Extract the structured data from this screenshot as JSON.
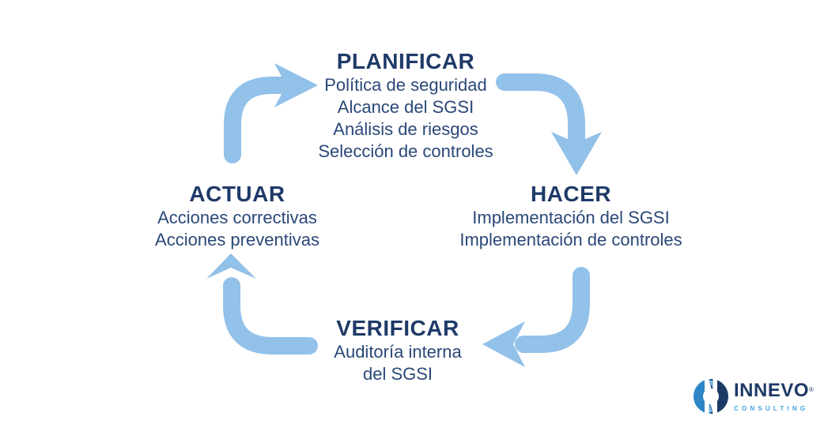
{
  "page": {
    "background": "#FFFFFF",
    "description": "PDCA (Plan-Do-Check-Act) ISMS cycle diagram in Spanish"
  },
  "cycle": {
    "stages": [
      {
        "key": "planificar",
        "title": "PLANIFICAR",
        "items": [
          "Política de seguridad",
          "Alcance del SGSI",
          "Análisis de riesgos",
          "Selección de controles"
        ]
      },
      {
        "key": "hacer",
        "title": "HACER",
        "items": [
          "Implementación del SGSI",
          "Implementación de controles"
        ]
      },
      {
        "key": "verificar",
        "title": "VERIFICAR",
        "items": [
          "Auditoría interna",
          "del SGSI"
        ]
      },
      {
        "key": "actuar",
        "title": "ACTUAR",
        "items": [
          "Acciones correctivas",
          "Acciones preventivas"
        ]
      }
    ],
    "arrows": [
      {
        "name": "arrow-actuar-to-planificar",
        "direction": "right"
      },
      {
        "name": "arrow-planificar-to-hacer",
        "direction": "down"
      },
      {
        "name": "arrow-hacer-to-verificar",
        "direction": "left"
      },
      {
        "name": "arrow-verificar-to-actuar",
        "direction": "up"
      }
    ],
    "colors": {
      "arrow": "#92C1E9",
      "title_text": "#1F3A68",
      "body_text": "#2A4878"
    }
  },
  "logo": {
    "brand": "INNEVO",
    "registered_mark": "®",
    "tagline": "CONSULTING",
    "colors": {
      "brand_text": "#1E3A66",
      "tagline_text": "#41A5DF",
      "mark_left": "#2C86C6",
      "mark_right": "#1D3A66",
      "mark_accent": "#7FB9E8"
    }
  }
}
